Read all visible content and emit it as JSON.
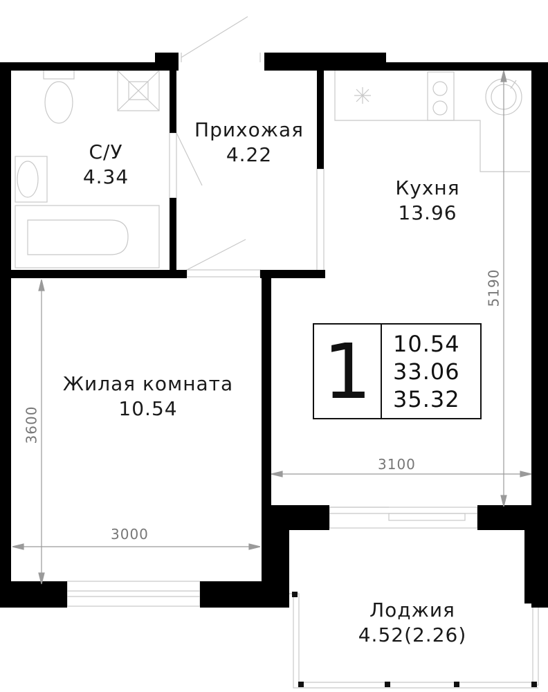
{
  "rooms": {
    "bathroom": {
      "name": "С/У",
      "area": "4.34"
    },
    "hallway": {
      "name": "Прихожая",
      "area": "4.22"
    },
    "kitchen": {
      "name": "Кухня",
      "area": "13.96"
    },
    "living": {
      "name": "Жилая комната",
      "area": "10.54"
    },
    "loggia": {
      "name": "Лоджия",
      "area": "4.52(2.26)"
    }
  },
  "dimensions": {
    "living_height": "3600",
    "living_width": "3000",
    "kitchen_height": "5190",
    "kitchen_width": "3100"
  },
  "summary": {
    "room_count": "1",
    "living_area": "10.54",
    "total_area": "33.06",
    "total_with_loggia": "35.32"
  },
  "colors": {
    "wall": "#000000",
    "line": "#bdbdbd",
    "dimension": "#777777"
  }
}
